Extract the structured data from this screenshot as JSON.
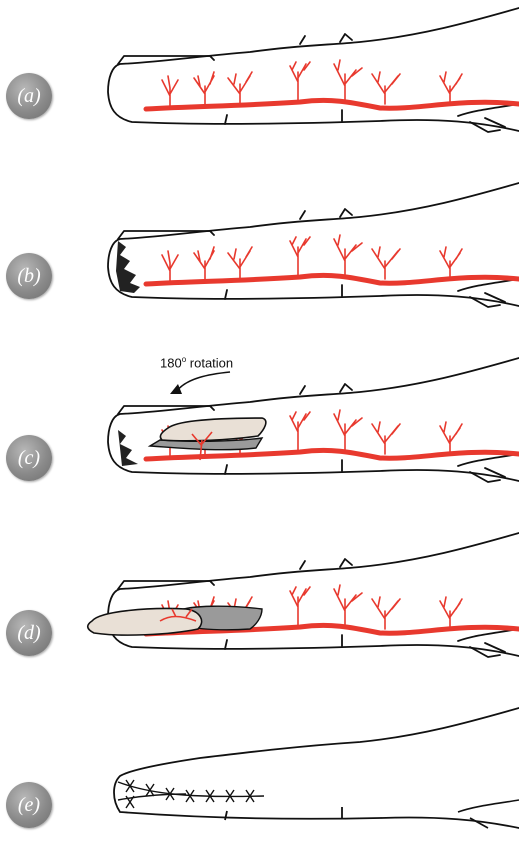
{
  "panels": [
    {
      "label": "(a)",
      "stage": "intact"
    },
    {
      "label": "(b)",
      "stage": "fingertip-amputation"
    },
    {
      "label": "(c)",
      "stage": "volar-flap-raised"
    },
    {
      "label": "(d)",
      "stage": "flap-rotated"
    },
    {
      "label": "(e)",
      "stage": "sutured"
    }
  ],
  "annotation": {
    "degree": "180",
    "suffix": "rotation"
  },
  "colors": {
    "outline": "#111111",
    "artery": "#e8392e",
    "flap_light": "#e9e0d6",
    "flap_dark": "#9a9a9a",
    "badge": "#8a8a8a"
  },
  "icons": {
    "rotation_arrow": "curved-arrow-icon",
    "sutures": "suture-cross-icon"
  }
}
